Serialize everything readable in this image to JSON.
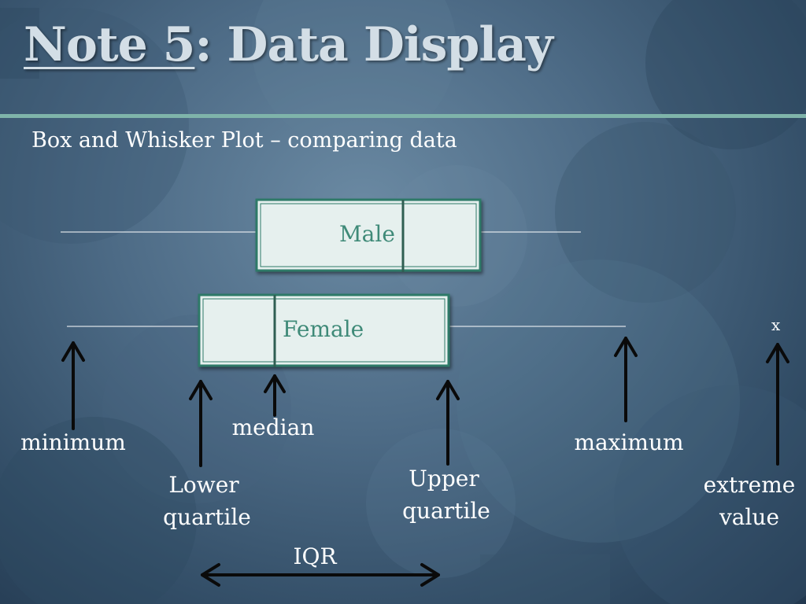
{
  "slide": {
    "title_underlined": "Note 5",
    "title_rest": ":  Data Display",
    "subtitle": "Box and Whisker Plot – comparing data"
  },
  "boxes": {
    "male_label": "Male",
    "female_label": "Female"
  },
  "outlier_mark": "x",
  "labels": {
    "minimum": "minimum",
    "median": "median",
    "maximum": "maximum",
    "lower_quartile_line1": "Lower",
    "lower_quartile_line2": "quartile",
    "upper_quartile_line1": "Upper",
    "upper_quartile_line2": "quartile",
    "extreme_value_line1": "extreme",
    "extreme_value_line2": "value",
    "iqr": "IQR"
  },
  "colors": {
    "box_fill": "#e6f0ee",
    "box_border": "#2f7a67",
    "accent_rule": "#7fb4aa",
    "arrow": "#0a0a0a"
  }
}
